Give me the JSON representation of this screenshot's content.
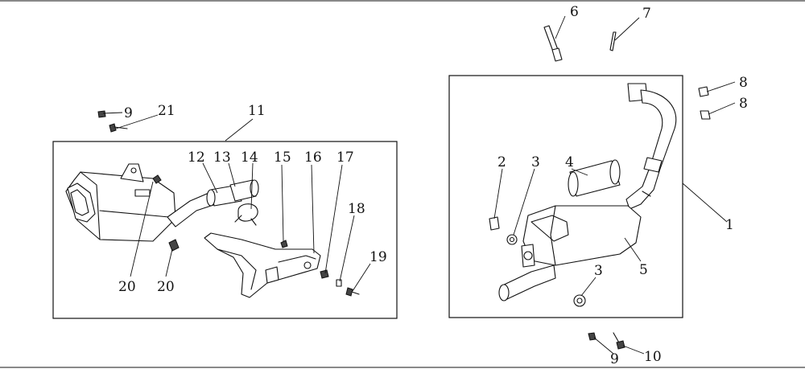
{
  "diagram": {
    "callouts": {
      "c1": "1",
      "c2": "2",
      "c3a": "3",
      "c3b": "3",
      "c4": "4",
      "c5": "5",
      "c6": "6",
      "c7": "7",
      "c8a": "8",
      "c8b": "8",
      "c9a": "9",
      "c9b": "9",
      "c10": "10",
      "c11": "11",
      "c12": "12",
      "c13": "13",
      "c14": "14",
      "c15": "15",
      "c16": "16",
      "c17": "17",
      "c18": "18",
      "c19": "19",
      "c20a": "20",
      "c20b": "20",
      "c21": "21"
    }
  }
}
